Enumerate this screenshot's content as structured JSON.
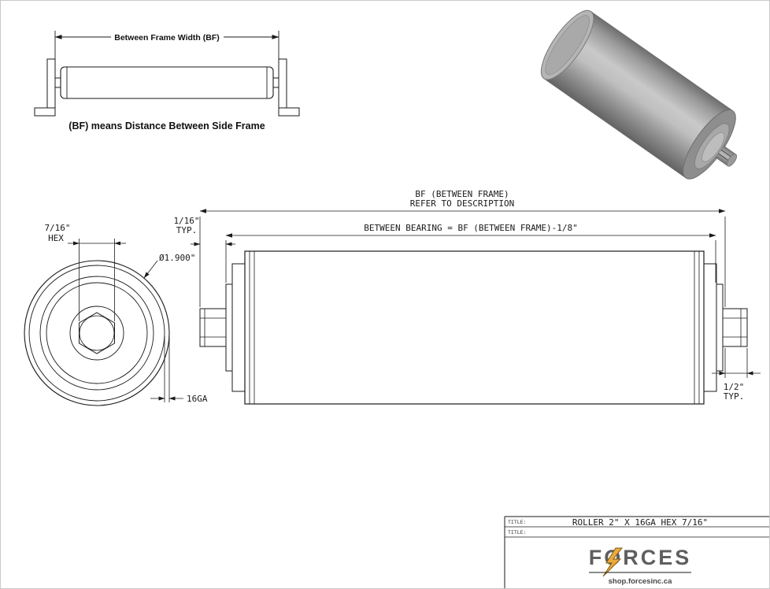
{
  "inset": {
    "dim_label": "Between Frame Width (BF)",
    "caption": "(BF) means Distance Between Side Frame"
  },
  "end_view": {
    "hex_size": "7/16\"",
    "hex_word": "HEX",
    "diameter": "Ø1.900\"",
    "gauge": "16GA"
  },
  "side_view": {
    "gap_value": "1/16\"",
    "gap_typ": "TYP.",
    "bf_line1": "BF (BETWEEN FRAME)",
    "bf_line2": "REFER TO DESCRIPTION",
    "bearing_formula": "BETWEEN BEARING = BF (BETWEEN FRAME)-1/8\"",
    "shaft_ext_value": "1/2\"",
    "shaft_ext_typ": "TYP."
  },
  "title_block": {
    "title_label_1": "TITLE:",
    "title_label_2": "TITLE:",
    "drawing_title": "ROLLER 2\" X 16GA HEX 7/16\"",
    "brand": "FORCES",
    "website": "shop.forcesinc.ca"
  },
  "colors": {
    "line": "#1a1a1a",
    "brand_gray": "#5f5f5f",
    "bolt_gold": "#eda93c"
  }
}
